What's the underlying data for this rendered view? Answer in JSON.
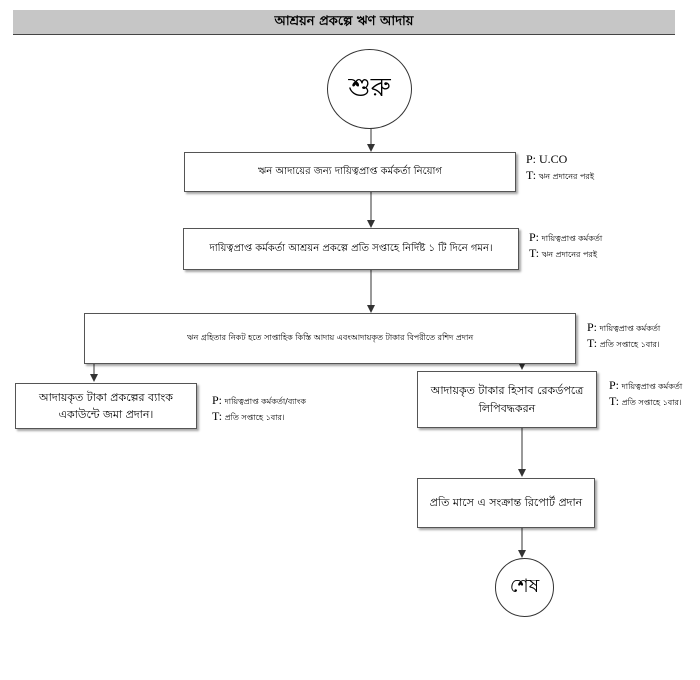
{
  "title": "আশ্রয়ন প্রকল্পে ঋণ আদায়",
  "start_label": "শুরু",
  "end_label": "শেষ",
  "steps": [
    {
      "text": "ঋন আদায়ের জন্য দায়িত্বপ্রাপ্ত কর্মকর্তা নিয়োগ",
      "p_key": "P:",
      "p_value": " U.CO",
      "t_key": "T:",
      "t_value": " ঋন প্রদানের পরই"
    },
    {
      "text": "দায়িত্বপ্রাপ্ত কর্মকর্তা আশ্রয়ন প্রকল্পে প্রতি সপ্তাহে নির্দিষ্ট ১ টি দিনে গমন।",
      "p_key": "P:",
      "p_value": " দায়িত্বপ্রাপ্ত কর্মকর্তা",
      "t_key": "T:",
      "t_value": " ঋন প্রদানের পরই"
    },
    {
      "text": "ঋন গ্রহিতার নিকট হতে সাপ্তাহিক কিস্তি আদায় এবংআদায়কৃত টাকার বিপরীতে রশিদ প্রদান",
      "p_key": "P:",
      "p_value": " দায়িত্বপ্রাপ্ত কর্মকর্তা",
      "t_key": "T:",
      "t_value": " প্রতি সপ্তাহে ১বার।"
    },
    {
      "text": "আদায়কৃত টাকা প্রকল্পের ব্যাংক একাউন্টে জমা প্রদান।",
      "p_key": "P:",
      "p_value": " দায়িত্বপ্রাপ্ত কর্মকর্তা/ব্যাংক",
      "t_key": "T:",
      "t_value": " প্রতি সপ্তাহে ১বার।"
    },
    {
      "text": "আদায়কৃত টাকার হিসাব রেকর্ডপত্রে লিপিবদ্ধকরন",
      "p_key": "P:",
      "p_value": " দায়িত্বপ্রাপ্ত কর্মকর্তা",
      "t_key": "T:",
      "t_value": " প্রতি সপ্তাহে ১বার।"
    },
    {
      "text": "প্রতি মাসে এ সংক্রান্ত রিপোর্ট প্রদান"
    }
  ]
}
